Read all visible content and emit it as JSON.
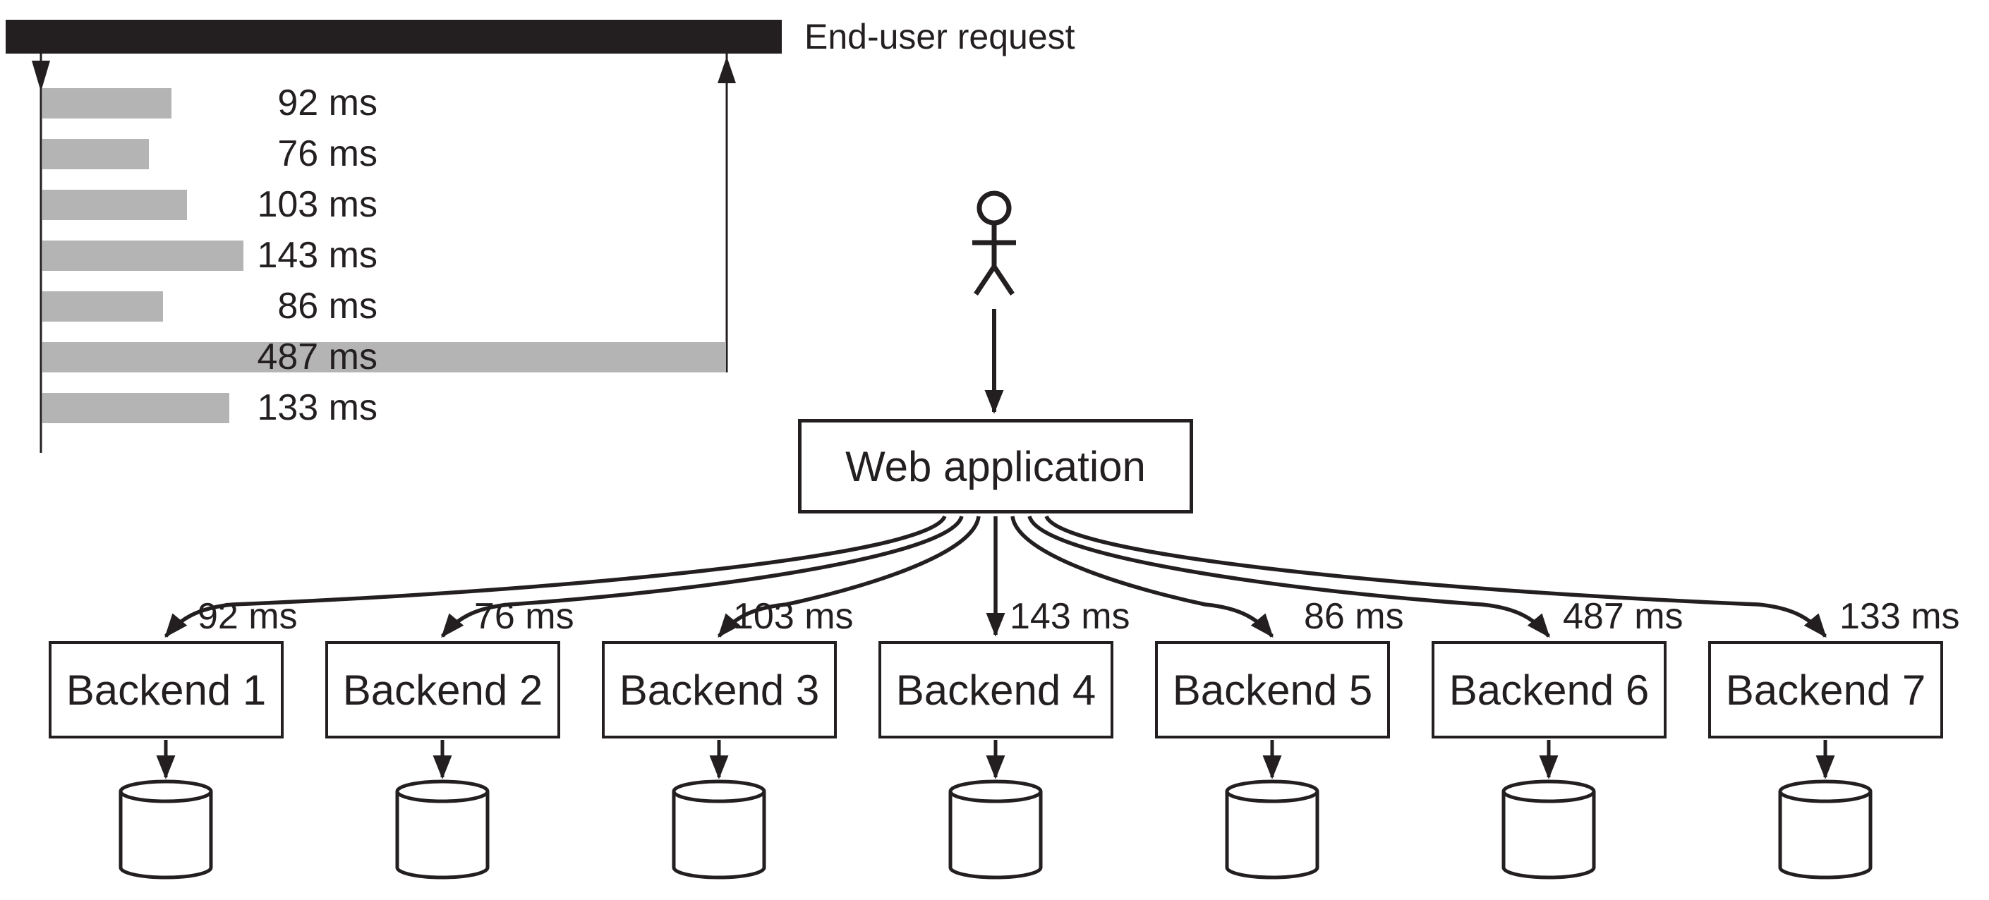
{
  "figure": {
    "background": "#ffffff",
    "ink_color": "#231f20",
    "bar_fill": "#b4b4b4"
  },
  "end_user": {
    "label": "End-user request"
  },
  "user_icon": "stick-figure-person",
  "web_app": {
    "label": "Web application"
  },
  "chart_data": {
    "type": "bar",
    "orientation": "horizontal",
    "title": "End-user request",
    "categories": [
      "Backend 1",
      "Backend 2",
      "Backend 3",
      "Backend 4",
      "Backend 5",
      "Backend 6",
      "Backend 7"
    ],
    "values": [
      92,
      76,
      103,
      143,
      86,
      487,
      133
    ],
    "unit": "ms",
    "labels": [
      "92 ms",
      "76 ms",
      "103 ms",
      "143 ms",
      "86 ms",
      "487 ms",
      "133 ms"
    ],
    "max_value": 487,
    "grid": false,
    "note_slowest_bar_spans_to_response_arrow": true
  },
  "backends": [
    {
      "label": "Backend 1",
      "latency": "92 ms"
    },
    {
      "label": "Backend 2",
      "latency": "76 ms"
    },
    {
      "label": "Backend 3",
      "latency": "103 ms"
    },
    {
      "label": "Backend 4",
      "latency": "143 ms"
    },
    {
      "label": "Backend 5",
      "latency": "86 ms"
    },
    {
      "label": "Backend 6",
      "latency": "487 ms"
    },
    {
      "label": "Backend 7",
      "latency": "133 ms"
    }
  ]
}
